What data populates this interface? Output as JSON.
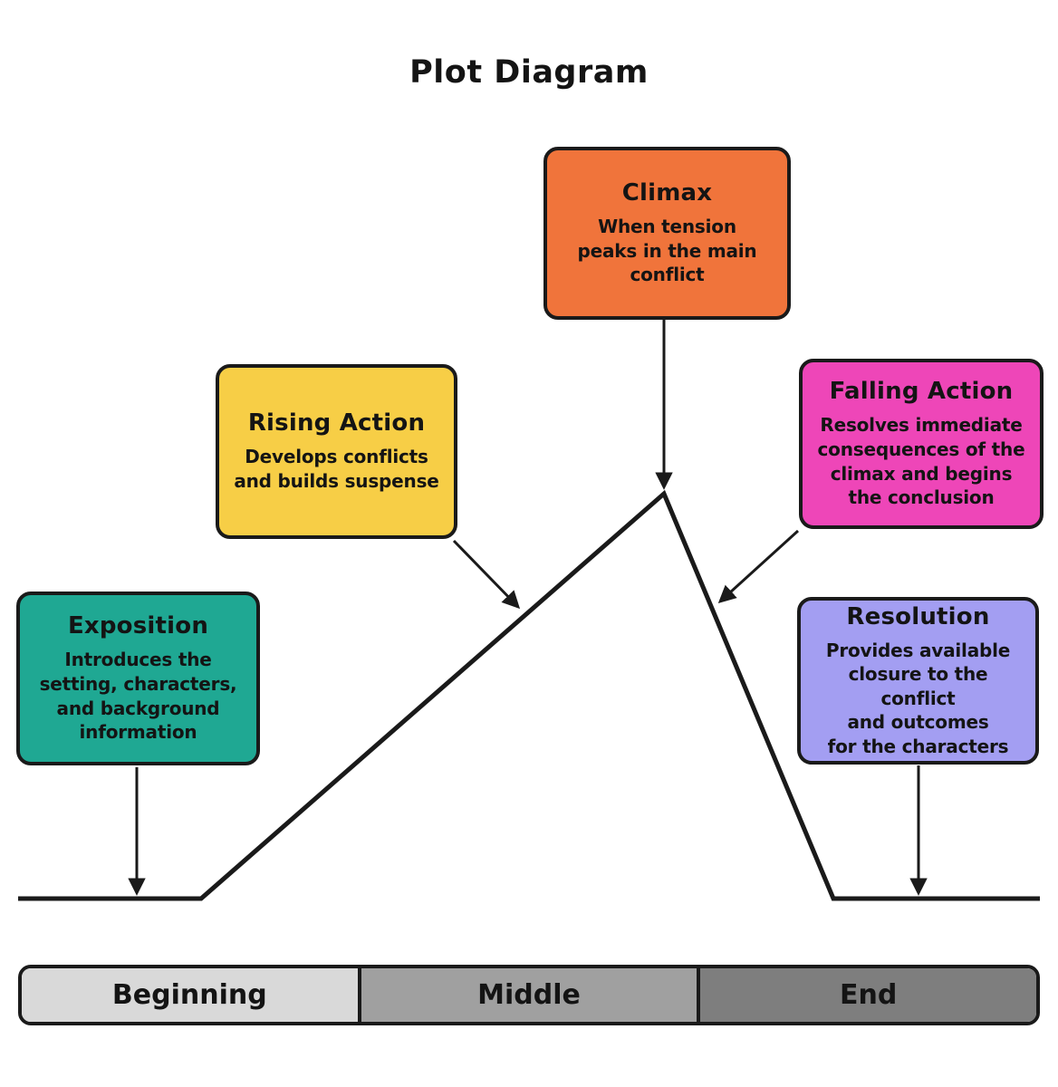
{
  "title": "Plot Diagram",
  "colors": {
    "line": "#1a1a1a",
    "text": "#141414",
    "climax": "#F0743B",
    "rising_action": "#F7CE46",
    "exposition": "#1FA893",
    "falling_action": "#EE46B8",
    "resolution": "#A39EF2",
    "beginning": "#D9D9D9",
    "middle": "#A0A0A0",
    "end": "#7E7E7E"
  },
  "boxes": {
    "climax": {
      "title": "Climax",
      "body": "When tension\npeaks in the main\nconflict"
    },
    "rising_action": {
      "title": "Rising Action",
      "body": "Develops conflicts\nand builds suspense"
    },
    "exposition": {
      "title": "Exposition",
      "body": "Introduces the\nsetting, characters,\nand background\ninformation"
    },
    "falling_action": {
      "title": "Falling Action",
      "body": "Resolves immediate\nconsequences of the\nclimax and begins\nthe conclusion"
    },
    "resolution": {
      "title": "Resolution",
      "body": "Provides available\nclosure to the conflict\nand outcomes\nfor the characters"
    }
  },
  "timeline": {
    "beginning_label": "Beginning",
    "middle_label": "Middle",
    "end_label": "End"
  }
}
